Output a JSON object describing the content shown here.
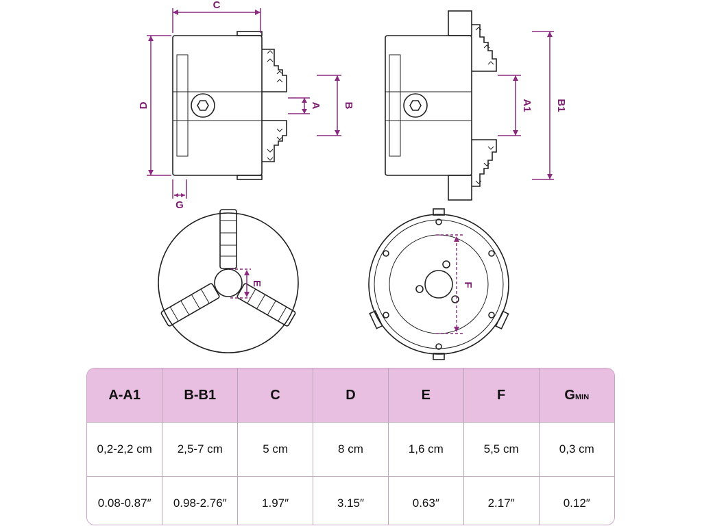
{
  "dimension_labels": {
    "A": "A",
    "A1": "A1",
    "B": "B",
    "B1": "B1",
    "C": "C",
    "D": "D",
    "E": "E",
    "F": "F",
    "G": "G"
  },
  "colors": {
    "accent": "#8b2a80",
    "header_bg": "#e8bfe0",
    "line": "#222222"
  },
  "table": {
    "headers": [
      "A-A1",
      "B-B1",
      "C",
      "D",
      "E",
      "F",
      "G"
    ],
    "last_header_subscript": "MIN",
    "rows": [
      [
        "0,2-2,2 cm",
        "2,5-7 cm",
        "5 cm",
        "8 cm",
        "1,6 cm",
        "5,5 cm",
        "0,3 cm"
      ],
      [
        "0.08-0.87″",
        "0.98-2.76″",
        "1.97″",
        "3.15″",
        "0.63″",
        "2.17″",
        "0.12″"
      ]
    ]
  }
}
